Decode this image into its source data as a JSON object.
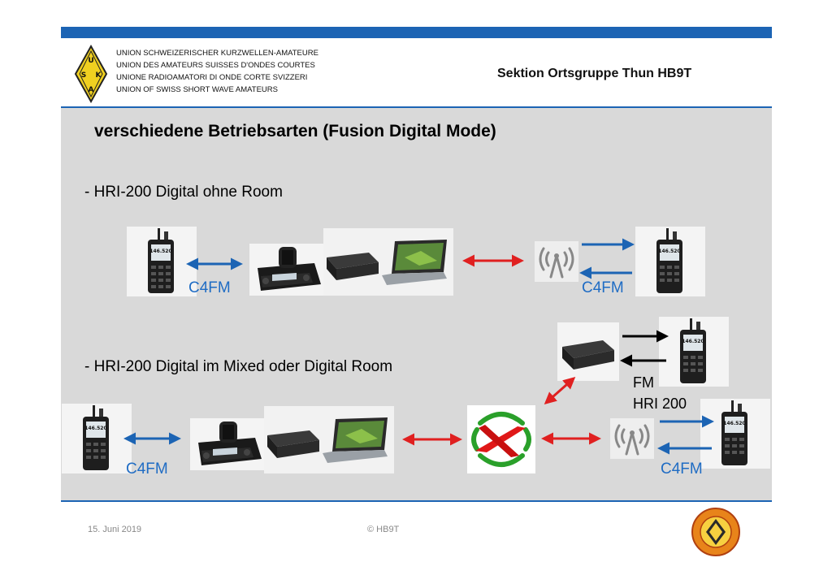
{
  "org_lines": [
    "UNION SCHWEIZERISCHER KURZWELLEN-AMATEURE",
    "UNION DES AMATEURS SUISSES D'ONDES COURTES",
    "UNIONE RADIOAMATORI DI ONDE CORTE SVIZZERI",
    "UNION OF SWISS SHORT WAVE AMATEURS"
  ],
  "logo_letters": [
    "U",
    "S",
    "K",
    "A"
  ],
  "section_title": "Sektion Ortsgruppe Thun HB9T",
  "heading": "verschiedene Betriebsarten (Fusion Digital Mode)",
  "scenario1": {
    "title": "- HRI-200 Digital ohne Room",
    "label_left": "C4FM",
    "label_right": "C4FM"
  },
  "scenario2": {
    "title": "- HRI-200 Digital im Mixed oder Digital Room",
    "label_left": "C4FM",
    "label_right": "C4FM",
    "label_fm": "FM",
    "label_hri": "HRI 200"
  },
  "handheld_display": "146.520",
  "footer": {
    "date": "15. Juni 2019",
    "copyright": "© HB9T"
  },
  "colors": {
    "accent_blue": "#1c64b4",
    "label_blue": "#1f6cc4",
    "arrow_red": "#e02020",
    "panel_gray": "#d9d9d9"
  },
  "icons": [
    "handheld-radio-icon",
    "mobile-radio-icon",
    "hri200-box-icon",
    "laptop-icon",
    "antenna-icon",
    "wires-x-logo-icon",
    "hb9t-badge-icon"
  ]
}
